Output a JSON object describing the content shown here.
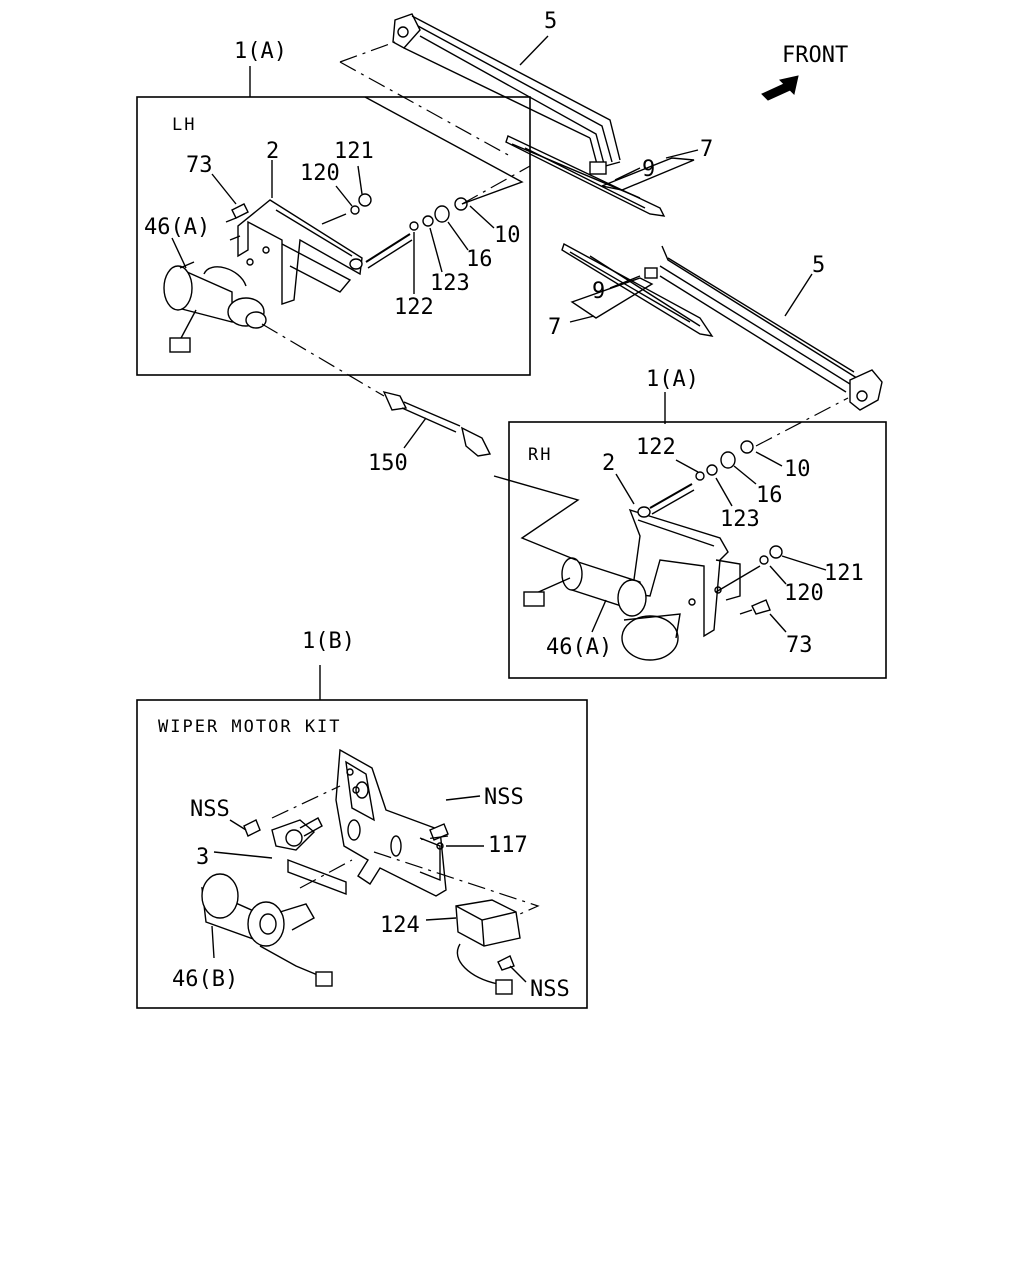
{
  "labels": {
    "group_a_top": "1(A)",
    "group_a_right": "1(A)",
    "group_b": "1(B)",
    "front": "FRONT",
    "lh": "LH",
    "rh": "RH",
    "kit_title": "WIPER MOTOR KIT",
    "arm_top": "5",
    "arm_right": "5",
    "blade_top_7": "7",
    "blade_top_9": "9",
    "blade_right_7": "7",
    "blade_right_9": "9",
    "lh_73": "73",
    "lh_2": "2",
    "lh_121": "121",
    "lh_120": "120",
    "lh_46a": "46(A)",
    "lh_10": "10",
    "lh_16": "16",
    "lh_123": "123",
    "lh_122": "122",
    "link_150": "150",
    "rh_122": "122",
    "rh_2": "2",
    "rh_10": "10",
    "rh_16": "16",
    "rh_123": "123",
    "rh_121": "121",
    "rh_120": "120",
    "rh_73": "73",
    "rh_46a": "46(A)",
    "kit_nss_left": "NSS",
    "kit_nss_top": "NSS",
    "kit_3": "3",
    "kit_117": "117",
    "kit_124": "124",
    "kit_46b": "46(B)",
    "kit_nss_bottom": "NSS"
  },
  "icons": {
    "front_arrow": "arrow-icon"
  }
}
